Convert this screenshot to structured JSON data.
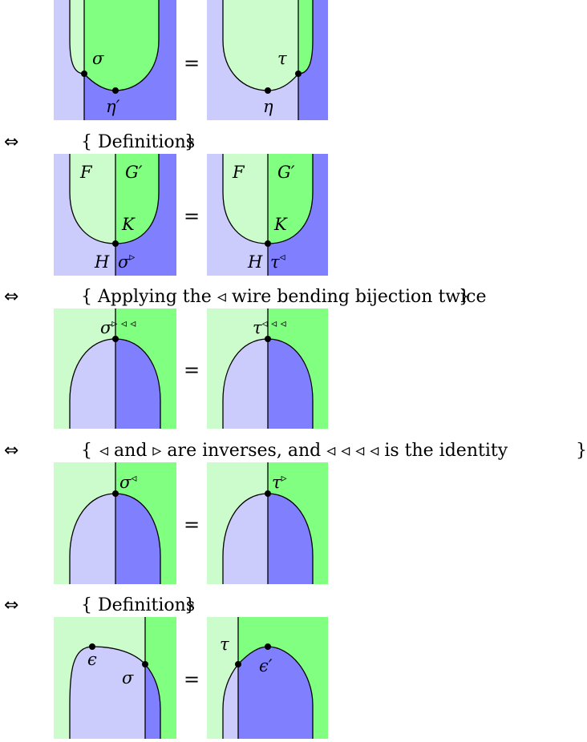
{
  "colors": {
    "light_green": "#ccfccc",
    "green": "#80ff80",
    "light_blue": "#ccccfc",
    "blue": "#8080ff"
  },
  "relation": "=",
  "iff_symbol": "⇔",
  "steps": [
    {
      "open": "{",
      "text": "Definitions",
      "close": "}"
    },
    {
      "open": "{",
      "text": "Applying the ◃ wire bending bijection twice",
      "close": "}"
    },
    {
      "open": "{",
      "text": "◃ and ▹ are inverses, and ◃ ◃ ◃ ◃ is the identity",
      "close": "}"
    },
    {
      "open": "{",
      "text": "Definitions",
      "close": "}"
    }
  ],
  "rows": [
    {
      "left": {
        "node_labels": [
          "σ",
          "η′"
        ]
      },
      "right": {
        "node_labels": [
          "τ",
          "η"
        ]
      }
    },
    {
      "left": {
        "region_labels": [
          "F",
          "G′",
          "K",
          "H"
        ],
        "node_base": "σ",
        "node_sup": "▹"
      },
      "right": {
        "region_labels": [
          "F",
          "G′",
          "K",
          "H"
        ],
        "node_base": "τ",
        "node_sup": "◃"
      }
    },
    {
      "left": {
        "node_base": "σ",
        "node_sup": "▹ ◃ ◃"
      },
      "right": {
        "node_base": "τ",
        "node_sup": "◃ ◃ ◃"
      }
    },
    {
      "left": {
        "node_base": "σ",
        "node_sup": "◃"
      },
      "right": {
        "node_base": "τ",
        "node_sup": "▹"
      }
    },
    {
      "left": {
        "node_labels": [
          "ϵ",
          "σ"
        ]
      },
      "right": {
        "node_labels": [
          "τ",
          "ϵ′"
        ]
      }
    }
  ]
}
